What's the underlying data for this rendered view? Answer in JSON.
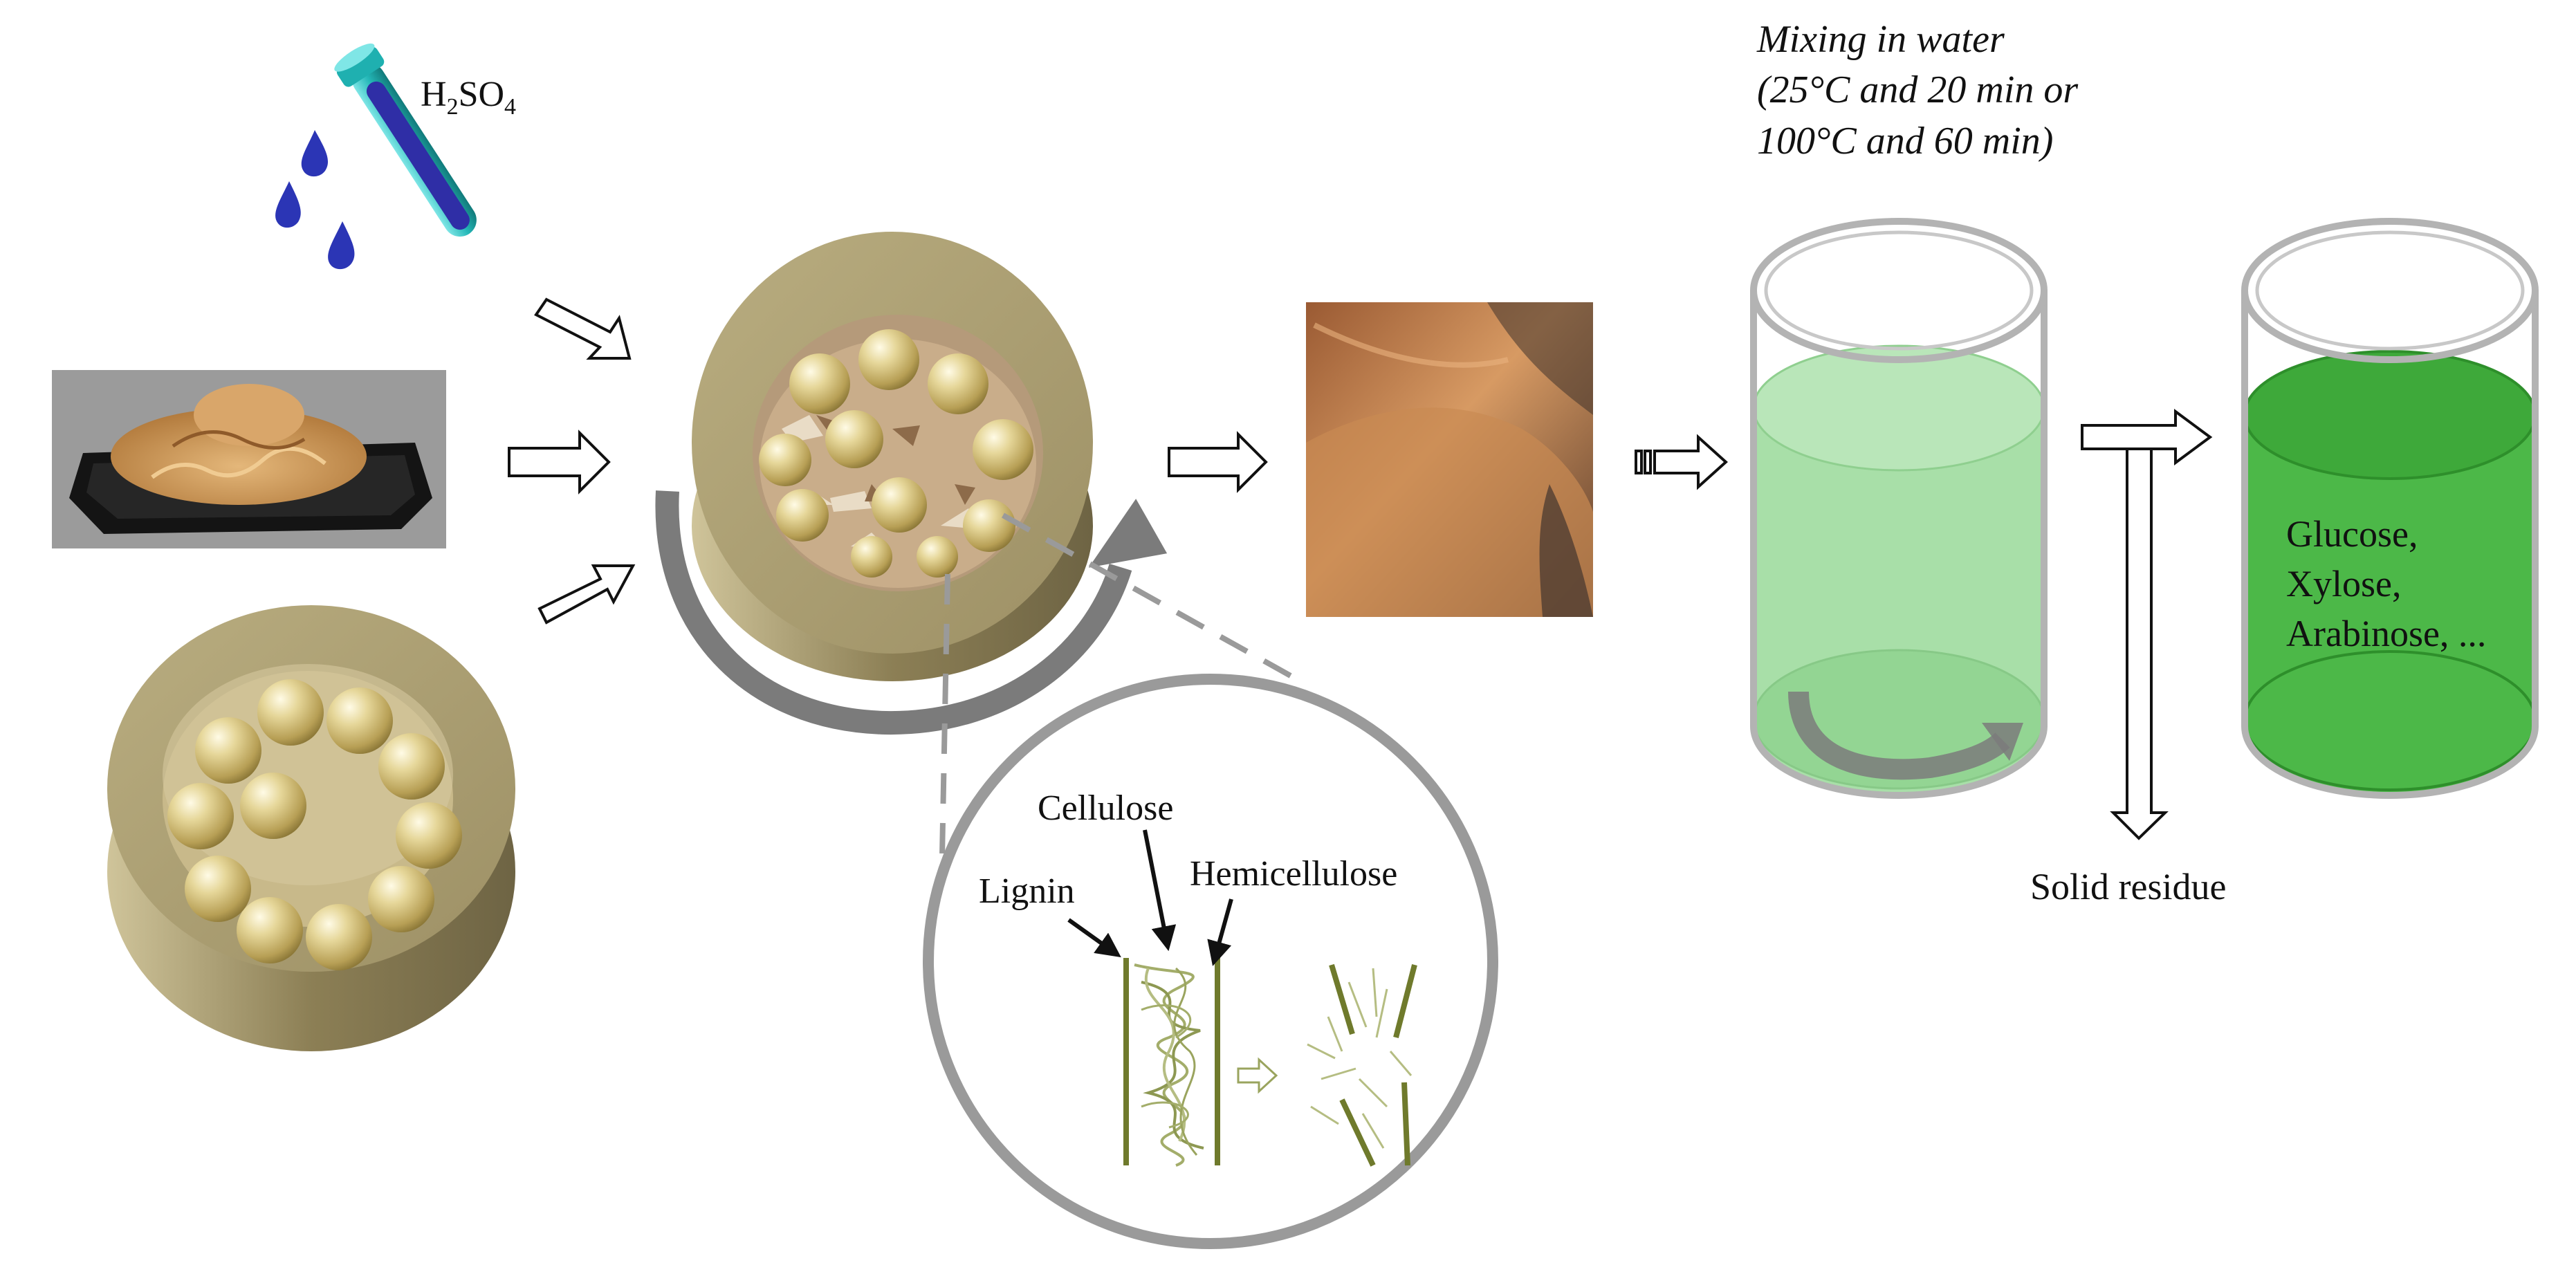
{
  "reagent": {
    "formula_main": "H",
    "formula_sub1": "2",
    "formula_mid": "SO",
    "formula_sub2": "4",
    "icon": "test-tube-icon"
  },
  "mixing_conditions": {
    "line1": "Mixing in water",
    "line2": "(25°C and 20 min or",
    "line3": "100°C and 60 min)"
  },
  "fiber_detail": {
    "label_cellulose": "Cellulose",
    "label_lignin": "Lignin",
    "label_hemicellulose": "Hemicellulose"
  },
  "products": {
    "line1": "Glucose,",
    "line2": "Xylose,",
    "line3": "Arabinose, ..."
  },
  "residue_label": "Solid residue",
  "colors": {
    "jar_gold": "#a89a6a",
    "ball_gold": "#d8c886",
    "liquid_light": "#99d699",
    "liquid_dark": "#4cb848",
    "arrow_gray": "#7b7b7b",
    "fiber_olive": "#6f7a2c",
    "sawdust": "#c9955a",
    "powder": "#c98a52"
  }
}
